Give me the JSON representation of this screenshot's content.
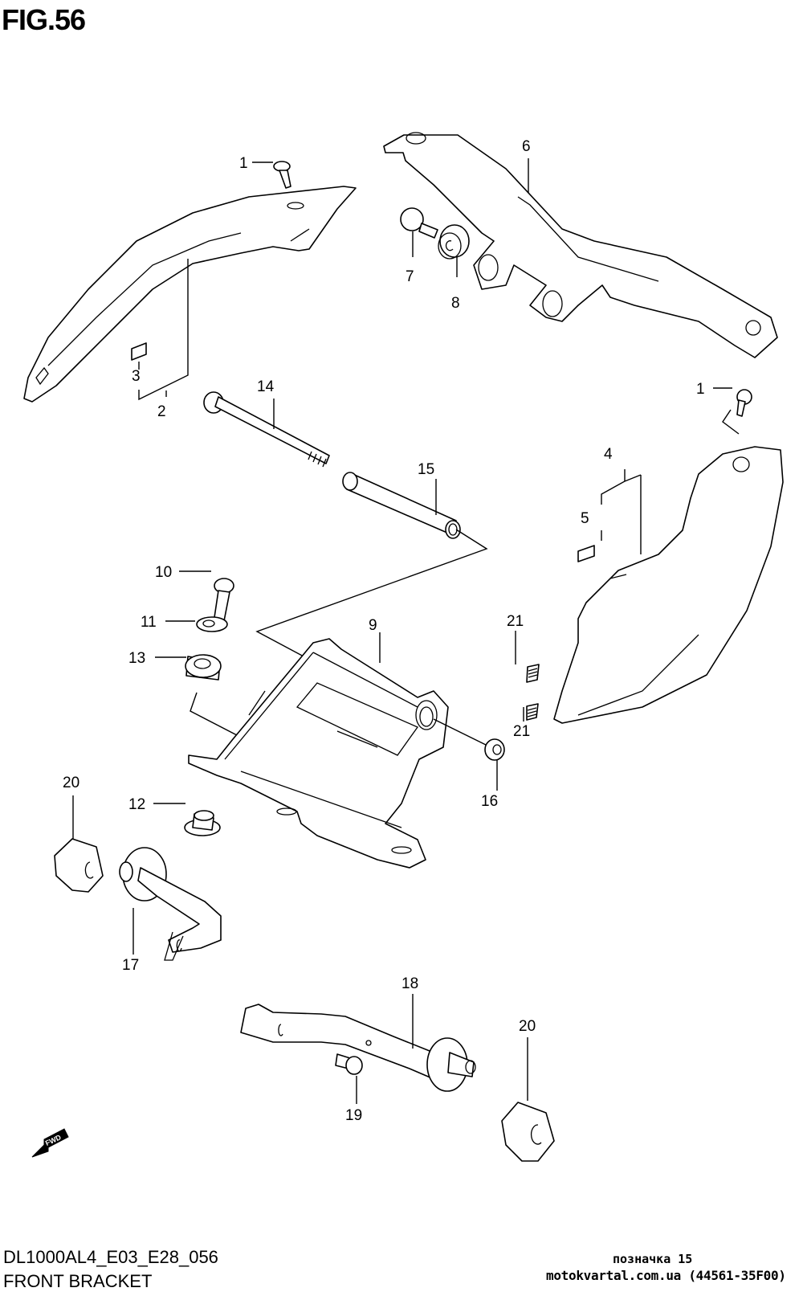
{
  "figure": {
    "title": "FIG.56",
    "model_code": "DL1000AL4_E03_E28_056",
    "name": "FRONT BRACKET"
  },
  "direction_marker": {
    "label": "FWD",
    "icon": "fwd-arrow-icon"
  },
  "watermark": {
    "line1": "позначка 15",
    "line2": "motokvartal.com.ua (44561-35F00)"
  },
  "callouts": [
    {
      "ref": "1",
      "part": "screw"
    },
    {
      "ref": "1",
      "part": "screw-right"
    },
    {
      "ref": "2",
      "part": "left-cover"
    },
    {
      "ref": "3",
      "part": "left-label"
    },
    {
      "ref": "4",
      "part": "right-cover"
    },
    {
      "ref": "5",
      "part": "right-label"
    },
    {
      "ref": "6",
      "part": "upper-stay"
    },
    {
      "ref": "7",
      "part": "stay-bolt"
    },
    {
      "ref": "8",
      "part": "cushion"
    },
    {
      "ref": "9",
      "part": "front-bracket"
    },
    {
      "ref": "10",
      "part": "bracket-bolt"
    },
    {
      "ref": "11",
      "part": "washer"
    },
    {
      "ref": "12",
      "part": "lower-cushion"
    },
    {
      "ref": "13",
      "part": "grommet"
    },
    {
      "ref": "14",
      "part": "through-bolt"
    },
    {
      "ref": "15",
      "part": "spacer"
    },
    {
      "ref": "16",
      "part": "nut"
    },
    {
      "ref": "17",
      "part": "left-stay"
    },
    {
      "ref": "18",
      "part": "right-stay"
    },
    {
      "ref": "19",
      "part": "stay-screw"
    },
    {
      "ref": "20",
      "part": "cushion-left"
    },
    {
      "ref": "20",
      "part": "cushion-right"
    },
    {
      "ref": "21",
      "part": "clip-upper"
    },
    {
      "ref": "21",
      "part": "clip-lower"
    }
  ]
}
